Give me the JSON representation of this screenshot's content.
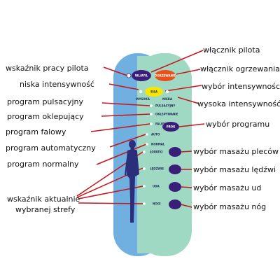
{
  "labels": {
    "pilot_indicator": "wskaźnik pracy pilota",
    "low_intensity": "niska intensywność",
    "pulse_program": "program pulsacyjny",
    "tapping_program": "program oklepujący",
    "wave_program": "program falowy",
    "automatic_program": "program automatyczny",
    "normal_program": "program normalny",
    "zone_indicator_line1": "wskaźnik aktualnie",
    "zone_indicator_line2": "wybranej strefy",
    "pilot_switch": "włącznik pilota",
    "heating_switch": "włącznik ogrzewania",
    "intensity_select": "wybór intensywności",
    "high_intensity": "wysoka intensywność",
    "program_select": "wybór programu",
    "back_massage": "wybór masażu pleców",
    "loin_massage": "wybór masażu lędźwi",
    "thigh_massage": "wybór masażu ud",
    "leg_massage": "wybór masażu nóg"
  },
  "panel": {
    "power_button": "WL/WYL",
    "heating_button": "OGRZEWANIE",
    "strength_button": "SIŁA",
    "low": "WYSOKA",
    "high": "NISKA",
    "pulse": "PULSACYJNY",
    "tapping": "OKLEPYWANIE",
    "wave": "FALOWY",
    "program_button": "PROG",
    "auto": "AUTO",
    "normal": "NORMAL",
    "zone_back": "ŁOPATKI",
    "zone_loin": "LĘDŹWIE",
    "zone_thigh": "UDA",
    "zone_leg": "NOGI"
  },
  "colors": {
    "panel_left": "#6fb0e0",
    "panel_right": "#9fd9c4",
    "button_navy": "#3a1f78",
    "button_orange": "#e8511c",
    "button_yellow": "#f7e600",
    "silhouette": "#2b2e7a",
    "pointer": "#c8141c"
  },
  "icons": {
    "silhouette": "human-silhouette-icon",
    "indicator_dot": "led-dot-icon"
  }
}
